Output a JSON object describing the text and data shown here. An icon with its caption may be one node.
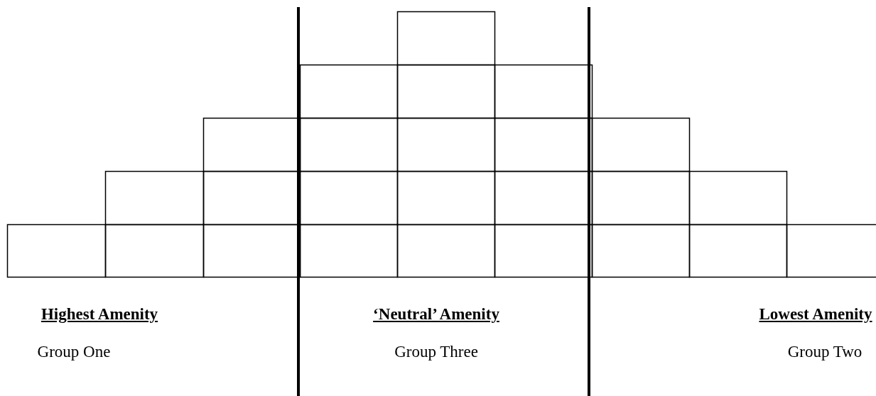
{
  "diagram": {
    "labels": [
      "Highest Amenity",
      "‘Neutral’ Amenity",
      "Lowest Amenity",
      "Group One",
      "Group Three",
      "Group Two"
    ]
  }
}
